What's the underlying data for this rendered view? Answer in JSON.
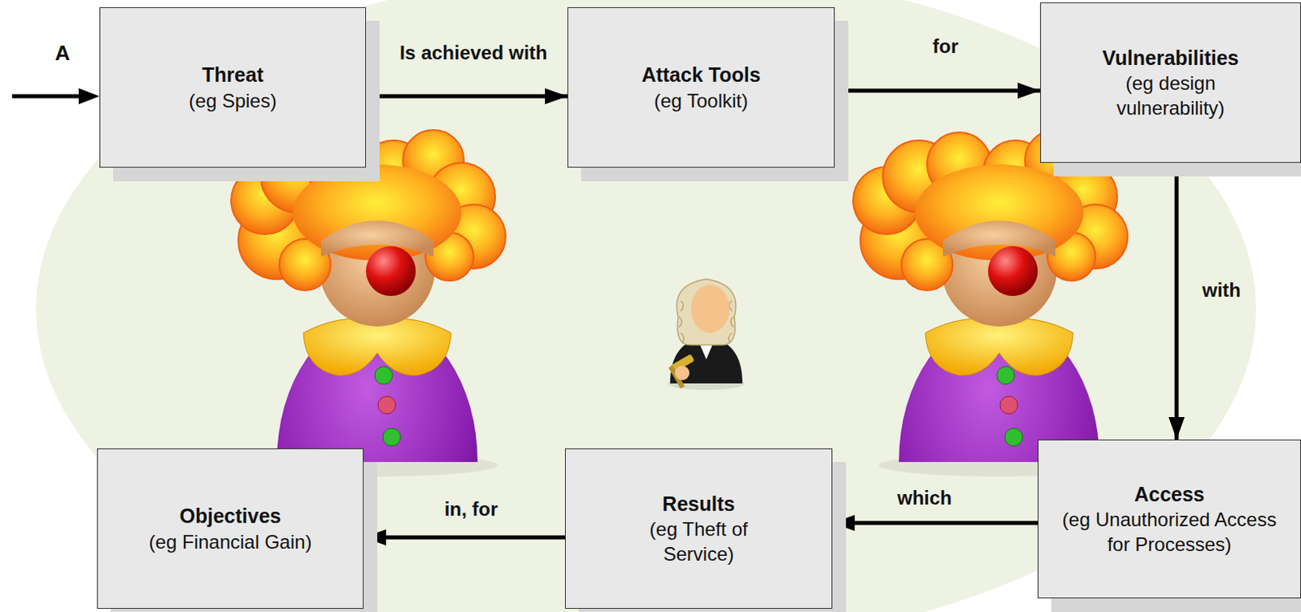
{
  "diagram": {
    "nodes": [
      {
        "text": [
          "Threat",
          "(eg Spies)"
        ]
      },
      {
        "text": [
          "Attack Tools",
          "(eg Toolkit)"
        ]
      },
      {
        "text": [
          "Vulnerabilities",
          "(eg design vulnerability)"
        ]
      },
      {
        "text": [
          "Access",
          "(eg Unauthorized Access for Processes)"
        ]
      },
      {
        "text": [
          "Results",
          "(eg Theft of Service)"
        ]
      },
      {
        "text": [
          "Objectives",
          "(eg Financial Gain)"
        ]
      }
    ],
    "edges": [
      {
        "from": 0,
        "to": 1,
        "arrow": "to",
        "label": "Is achieved with"
      },
      {
        "from": 1,
        "to": 2,
        "arrow": "to",
        "label": "for"
      },
      {
        "from": 2,
        "to": 3,
        "arrow": "to",
        "label": "with"
      },
      {
        "from": 3,
        "to": 4,
        "arrow": "to",
        "label": "which"
      },
      {
        "from": 4,
        "to": 5,
        "arrow": "to",
        "label": "in, for"
      }
    ],
    "labels": [
      "A"
    ]
  }
}
